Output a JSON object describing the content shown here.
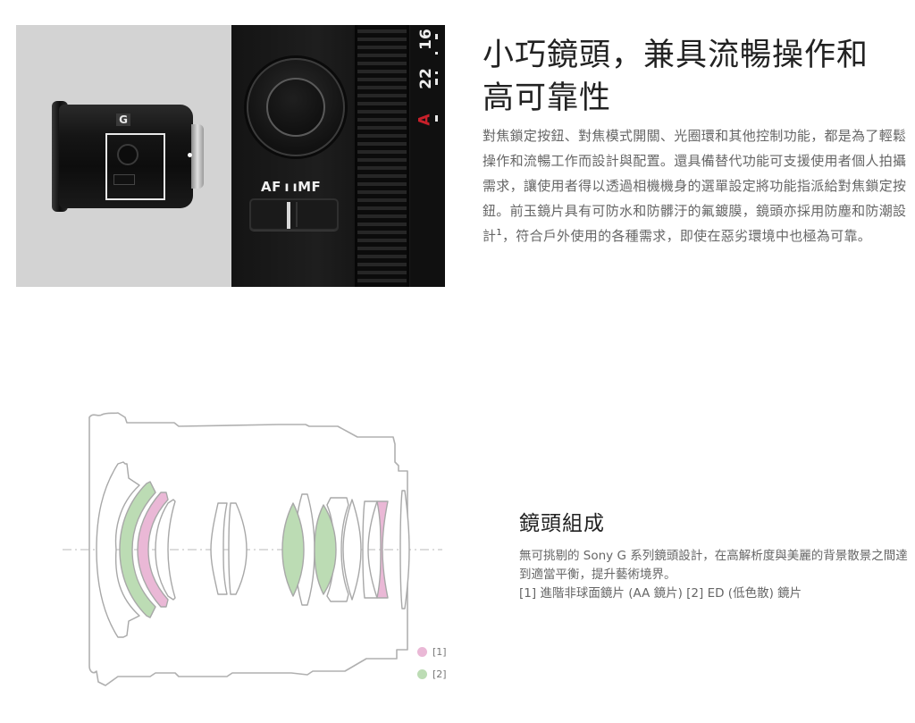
{
  "feature": {
    "title_line1": "小巧鏡頭，兼具流暢操作和",
    "title_line2": "高可靠性",
    "body_part1": "對焦鎖定按鈕、對焦模式開關、光圈環和其他控制功能，都是為了輕鬆操作和流暢工作而設計與配置。還具備替代功能可支援使用者個人拍攝需求，讓使用者得以透過相機機身的選單設定將功能指派給對焦鎖定按鈕。前玉鏡片具有可防水和防髒汙的氟鍍膜，鏡頭亦採用防塵和防潮設計",
    "body_sup": "1",
    "body_part2": "，符合戶外使用的各種需求，即使在惡劣環境中也極為可靠。",
    "image": {
      "logo": "G",
      "switch_label": "AF ı ıMF",
      "aperture_marks": [
        "16",
        "22",
        "A"
      ],
      "accent_red": "#c8202a",
      "panel_gray": "#d3d3d3"
    }
  },
  "composition": {
    "title": "鏡頭組成",
    "description": "無可挑剔的 Sony G 系列鏡頭設計，在高解析度與美麗的背景散景之間達到適當平衡，提升藝術境界。",
    "legend_text": "[1] 進階非球面鏡片 (AA 鏡片) [2] ED (低色散) 鏡片",
    "legend": [
      {
        "label": "[1]",
        "color": "#eab8d6",
        "meaning": "進階非球面鏡片 (AA 鏡片)"
      },
      {
        "label": "[2]",
        "color": "#bcdcb4",
        "meaning": "ED (低色散) 鏡片"
      }
    ],
    "outline_color": "#aaaaaa"
  }
}
